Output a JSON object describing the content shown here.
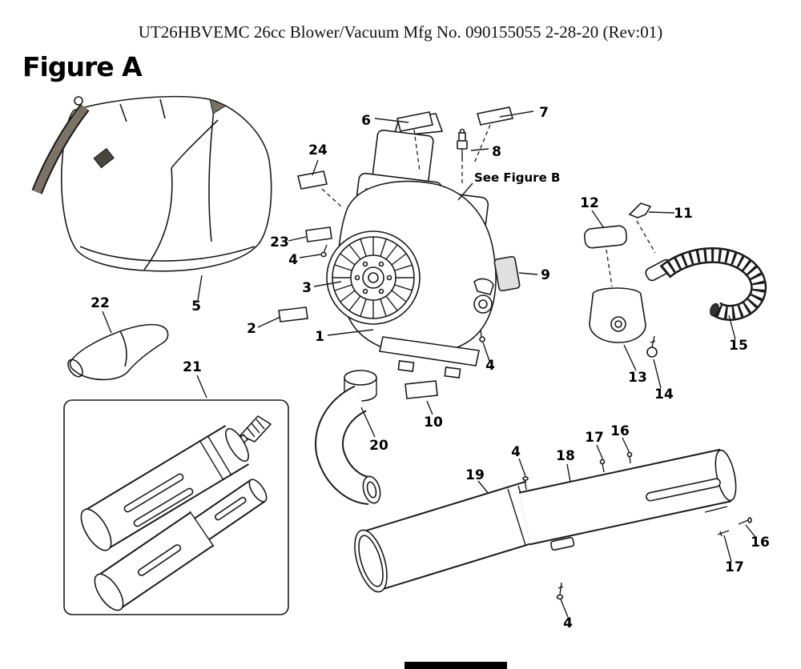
{
  "header": {
    "title": "UT26HBVEMC 26cc Blower/Vacuum Mfg No. 090155055 2-28-20 (Rev:01)"
  },
  "figure": {
    "label": "Figure A"
  },
  "annotations": {
    "see_figure_b": "See Figure B"
  },
  "colors": {
    "ink": "#1a1a1a",
    "strap_gray": "#7b7365",
    "paper": "#ffffff",
    "bottom_bar": "#000000"
  },
  "callouts": [
    {
      "label": "6"
    },
    {
      "label": "7"
    },
    {
      "label": "8"
    },
    {
      "label": "24"
    },
    {
      "label": "12"
    },
    {
      "label": "11"
    },
    {
      "label": "23"
    },
    {
      "label": "4"
    },
    {
      "label": "3"
    },
    {
      "label": "9"
    },
    {
      "label": "2"
    },
    {
      "label": "1"
    },
    {
      "label": "4"
    },
    {
      "label": "22"
    },
    {
      "label": "5"
    },
    {
      "label": "13"
    },
    {
      "label": "14"
    },
    {
      "label": "15"
    },
    {
      "label": "10"
    },
    {
      "label": "21"
    },
    {
      "label": "20"
    },
    {
      "label": "19"
    },
    {
      "label": "4"
    },
    {
      "label": "18"
    },
    {
      "label": "17"
    },
    {
      "label": "16"
    },
    {
      "label": "16"
    },
    {
      "label": "17"
    },
    {
      "label": "4"
    }
  ]
}
